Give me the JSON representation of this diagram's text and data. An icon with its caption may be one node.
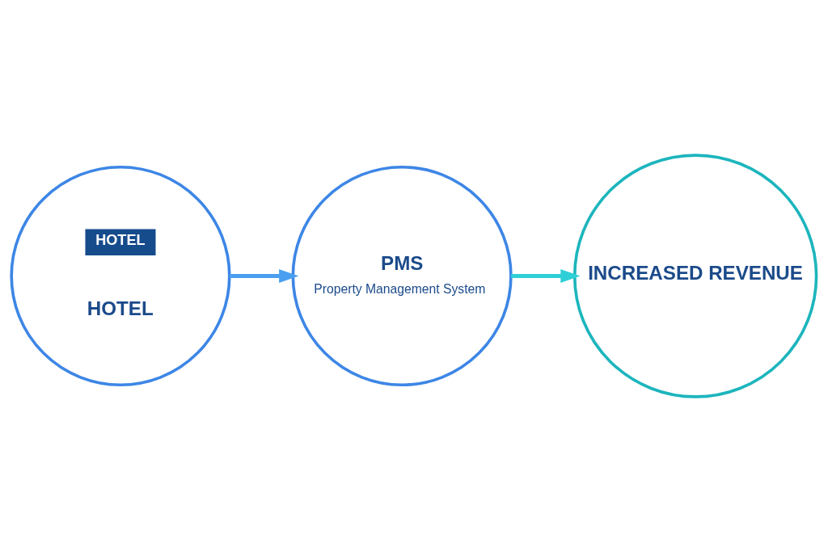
{
  "diagram": {
    "nodes": [
      {
        "text": [
          "HOTEL",
          "HOTEL"
        ]
      },
      {
        "text": [
          "PMS",
          "Property Management System"
        ]
      },
      {
        "text": [
          "INCREASED REVENUE"
        ]
      }
    ],
    "edges": [
      {
        "from": 0,
        "to": 1,
        "arrow": "to",
        "color": "#4a9ff0"
      },
      {
        "from": 1,
        "to": 2,
        "arrow": "to",
        "color": "#2fcfd8"
      }
    ]
  }
}
